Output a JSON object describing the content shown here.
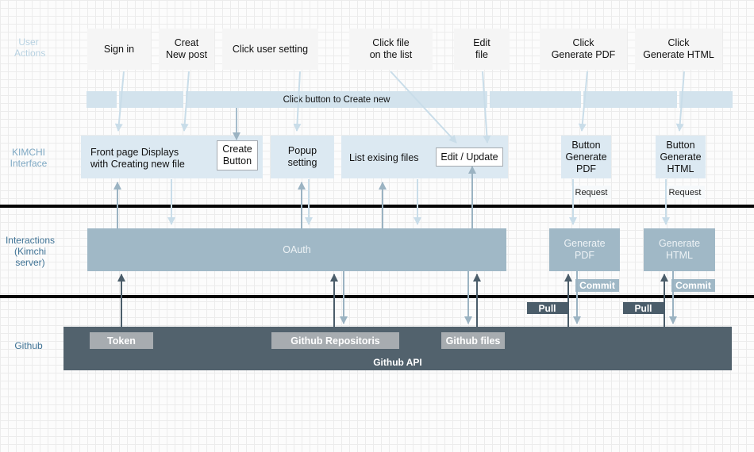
{
  "lanes": {
    "user_actions": "User\nActions",
    "kimchi_interface": "KIMCHI\nInterface",
    "interactions": "Interactions\n(Kimchi\nserver)",
    "github": "Github"
  },
  "user_actions": {
    "sign_in": "Sign in",
    "create_post": "Creat\nNew post",
    "user_setting": "Click user setting",
    "click_file": "Click file\non the list",
    "edit_file": "Edit\nfile",
    "generate_pdf": "Click\nGenerate PDF",
    "generate_html": "Click\nGenerate HTML"
  },
  "create_bar_label": "Click button to Create new",
  "interface": {
    "front_page": "Front page Displays\nwith Creating new file",
    "create_button": "Create\nButton",
    "popup_setting": "Popup\nsetting",
    "list_files": "List exising files",
    "edit_update": "Edit / Update",
    "button_pdf": "Button\nGenerate\nPDF",
    "button_html": "Button\nGenerate\nHTML",
    "request_pdf": "Request",
    "request_html": "Request"
  },
  "server": {
    "oauth": "OAuth",
    "generate_pdf": "Generate\nPDF",
    "generate_html": "Generate\nHTML",
    "commit_pdf": "Commit",
    "commit_html": "Commit"
  },
  "github": {
    "pull_pdf": "Pull",
    "pull_html": "Pull",
    "token": "Token",
    "repositories": "Github Repositoris",
    "files": "Github files",
    "api": "Github API"
  }
}
